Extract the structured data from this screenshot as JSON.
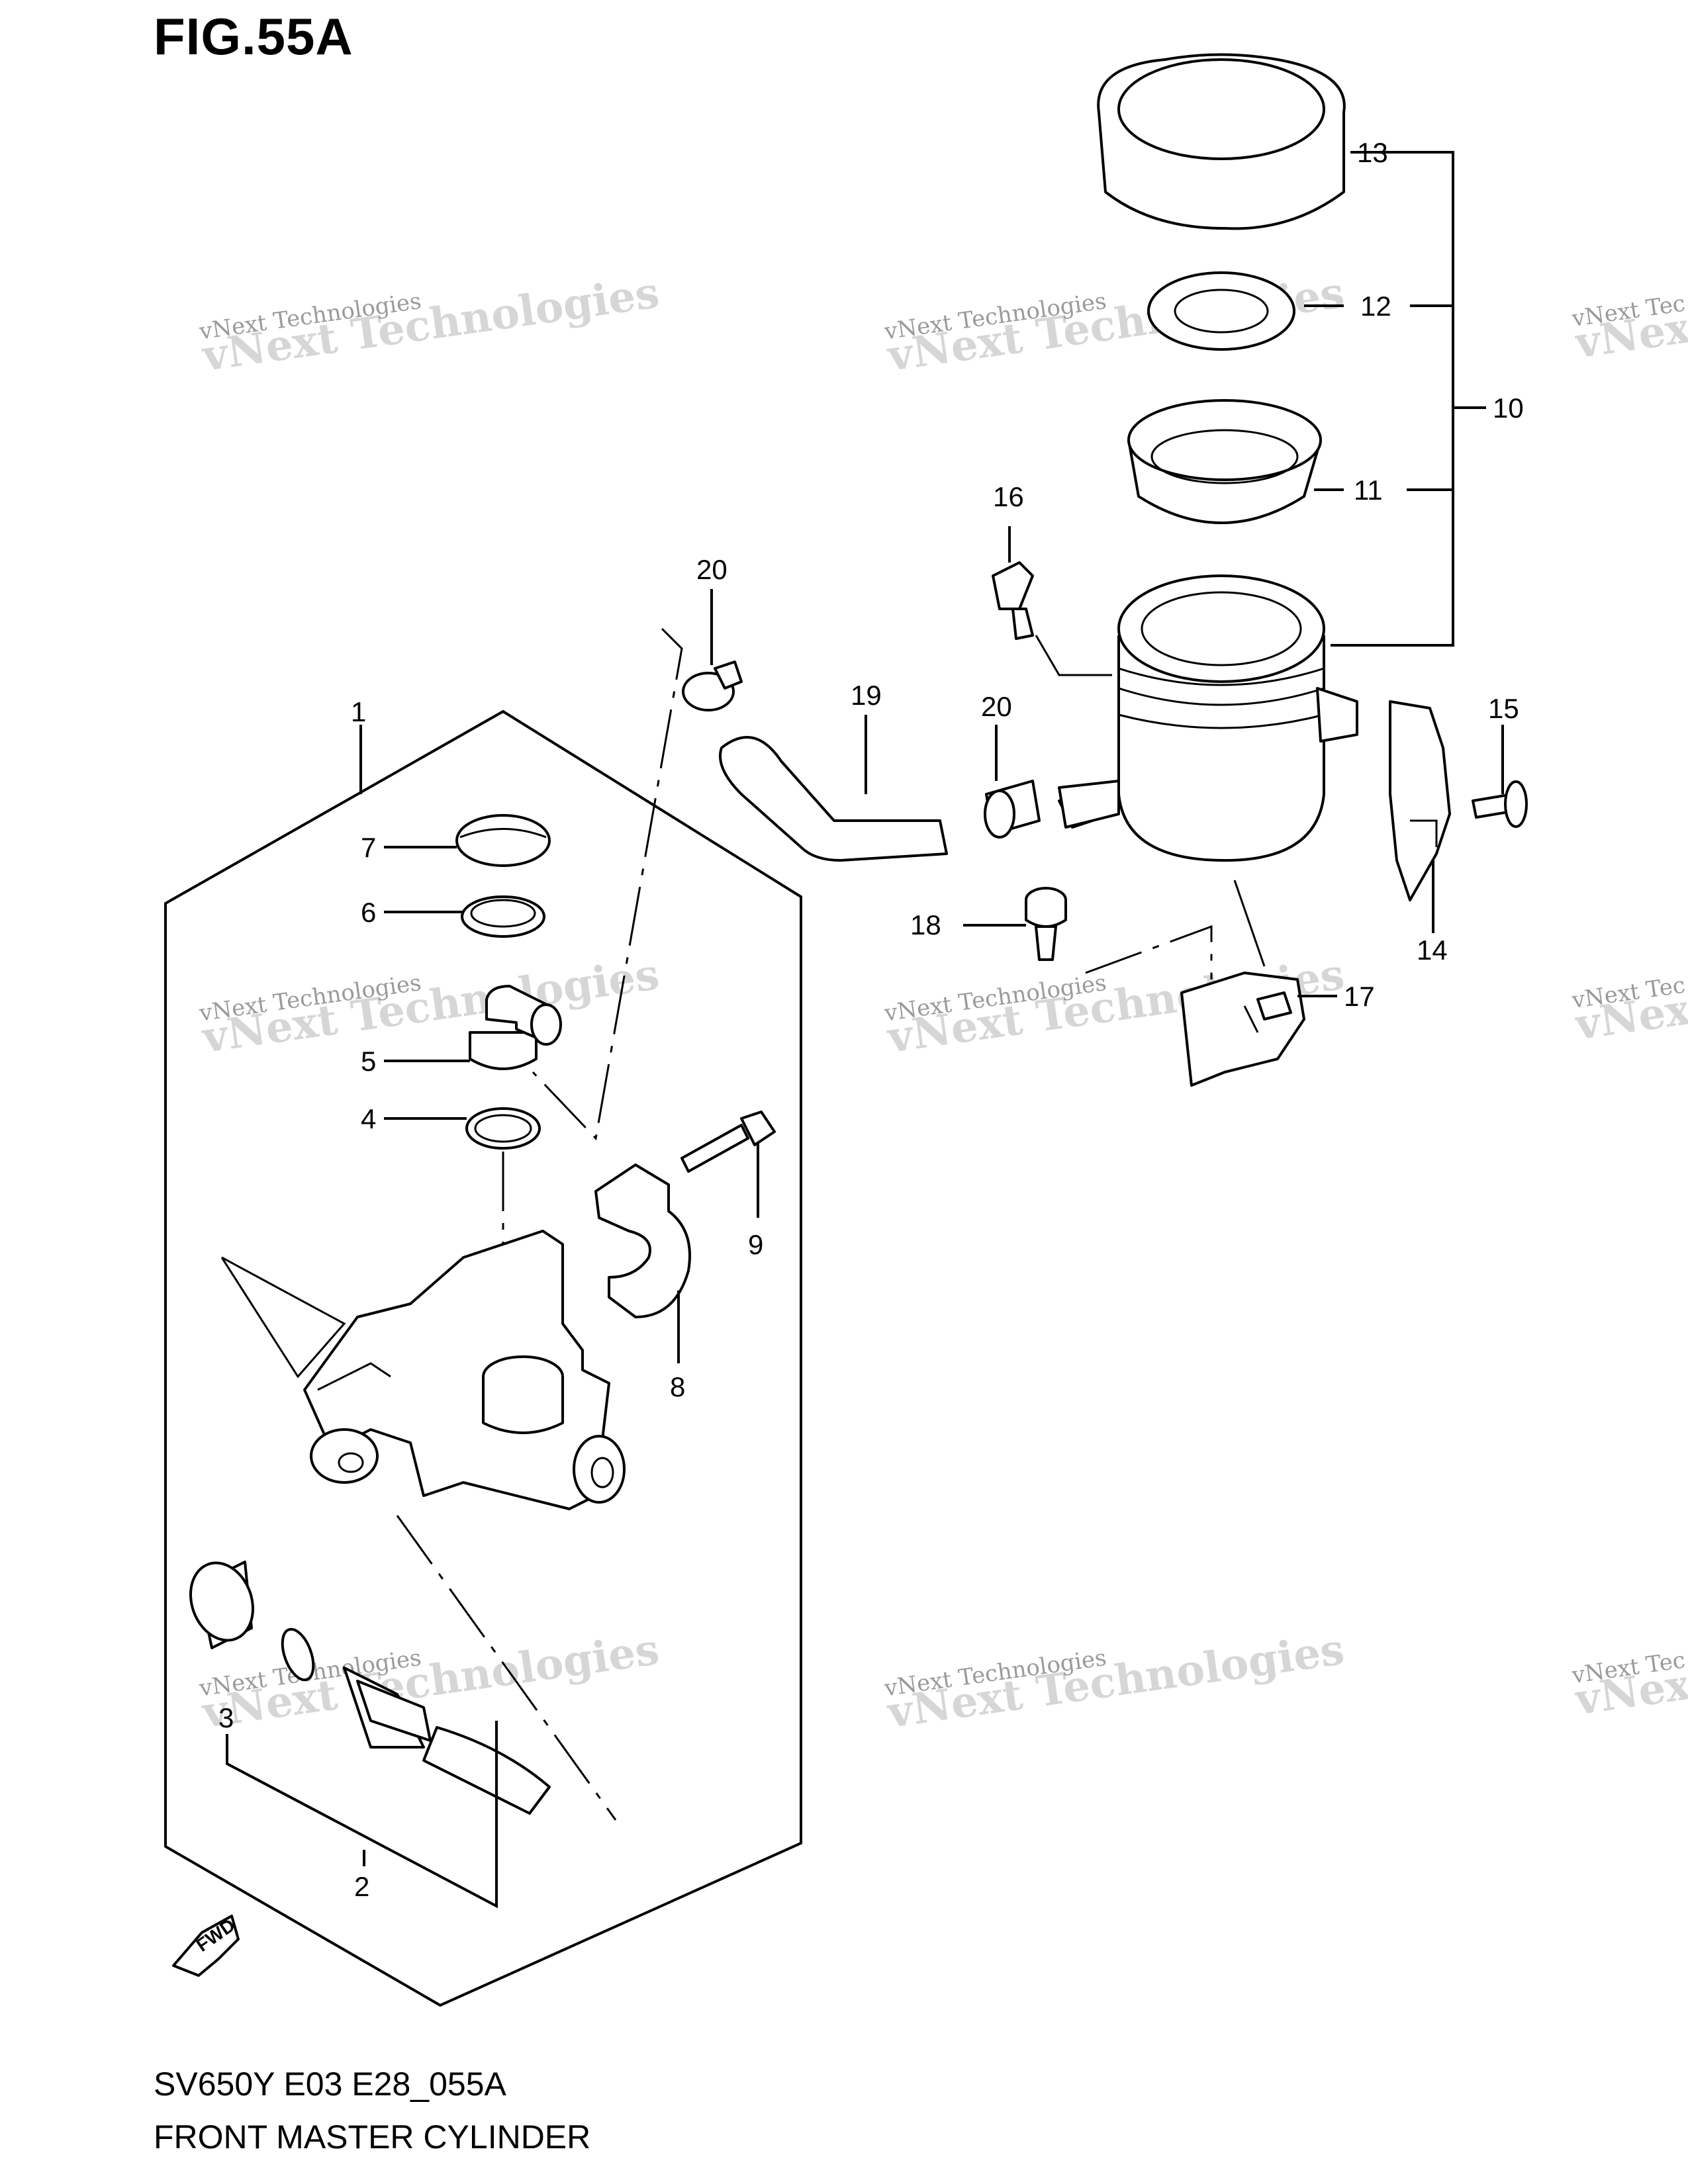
{
  "figure": {
    "title": "FIG.55A",
    "model_code": "SV650Y E03 E28_055A",
    "name": "FRONT MASTER CYLINDER"
  },
  "watermark": {
    "line1": "vNext Technologies",
    "line2": "vNext Technologies"
  },
  "callouts": {
    "c1": "1",
    "c2": "2",
    "c3": "3",
    "c4": "4",
    "c5": "5",
    "c6": "6",
    "c7": "7",
    "c8": "8",
    "c9": "9",
    "c10": "10",
    "c11": "11",
    "c12": "12",
    "c13": "13",
    "c14": "14",
    "c15": "15",
    "c16": "16",
    "c17": "17",
    "c18": "18",
    "c19": "19",
    "c20a": "20",
    "c20b": "20"
  },
  "fwd_label": "FWD",
  "colors": {
    "line": "#000000",
    "watermark": "#a0a0a0",
    "background": "#ffffff"
  }
}
